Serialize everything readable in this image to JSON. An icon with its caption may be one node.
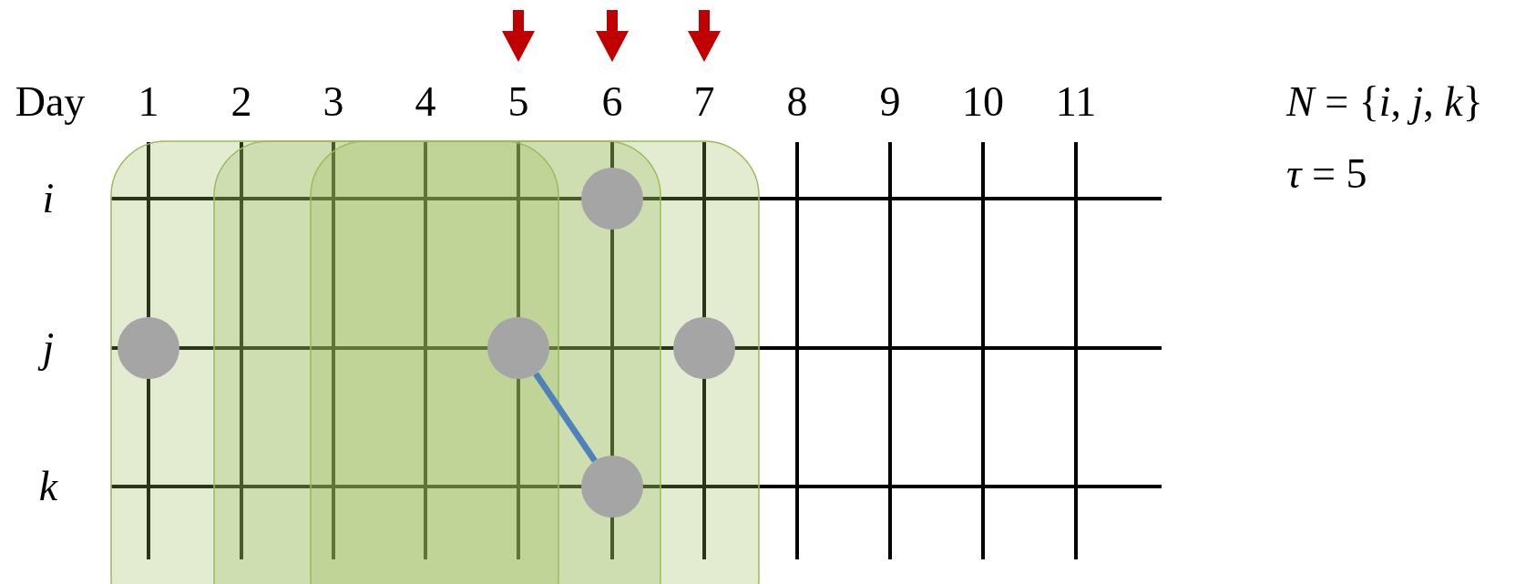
{
  "diagram": {
    "nodes": [
      {
        "text": [],
        "shape": "circle"
      },
      {
        "text": [],
        "shape": "circle"
      },
      {
        "text": [],
        "shape": "circle"
      },
      {
        "text": [],
        "shape": "circle"
      },
      {
        "text": [],
        "shape": "circle"
      }
    ],
    "edges": [
      {
        "from": 2,
        "to": 4,
        "arrow": "none",
        "color": "#4f81bd"
      }
    ],
    "labels": [
      "Day",
      "1",
      "2",
      "3",
      "4",
      "5",
      "6",
      "7",
      "8",
      "9",
      "10",
      "11",
      "*N* = {*i*, *j*, *k*}",
      "*τ* = 5",
      "i",
      "j",
      "k"
    ]
  }
}
